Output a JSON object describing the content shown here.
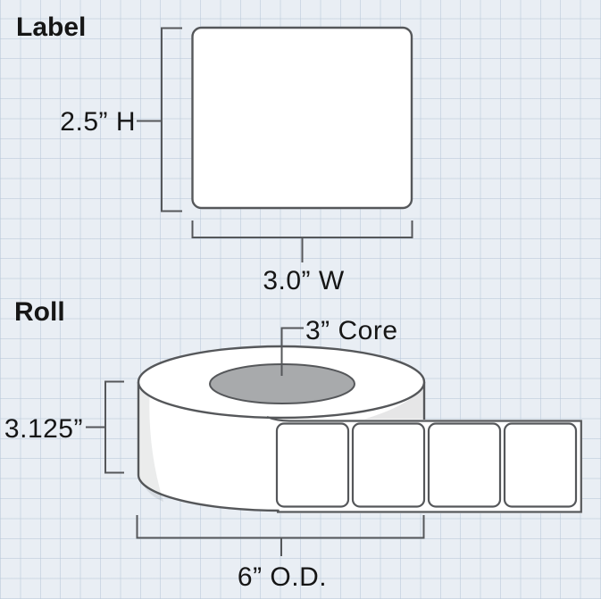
{
  "label_section": {
    "heading": "Label",
    "height_label": "2.5” H",
    "width_label": "3.0” W",
    "label_width_in": 3.0,
    "label_height_in": 2.5
  },
  "roll_section": {
    "heading": "Roll",
    "core_label": "3” Core",
    "roll_width_label": "3.125”",
    "outer_diameter_label": "6” O.D.",
    "core_diameter_in": 3,
    "roll_width_in": 3.125,
    "outer_diameter_in": 6,
    "labels_visible_on_strip": 4
  },
  "colors": {
    "background": "#e9eef4",
    "grid_line": "#c7d3e0",
    "outline": "#55575a",
    "shape_fill": "#ffffff",
    "core_fill": "#a8aaac",
    "text": "#161616"
  }
}
